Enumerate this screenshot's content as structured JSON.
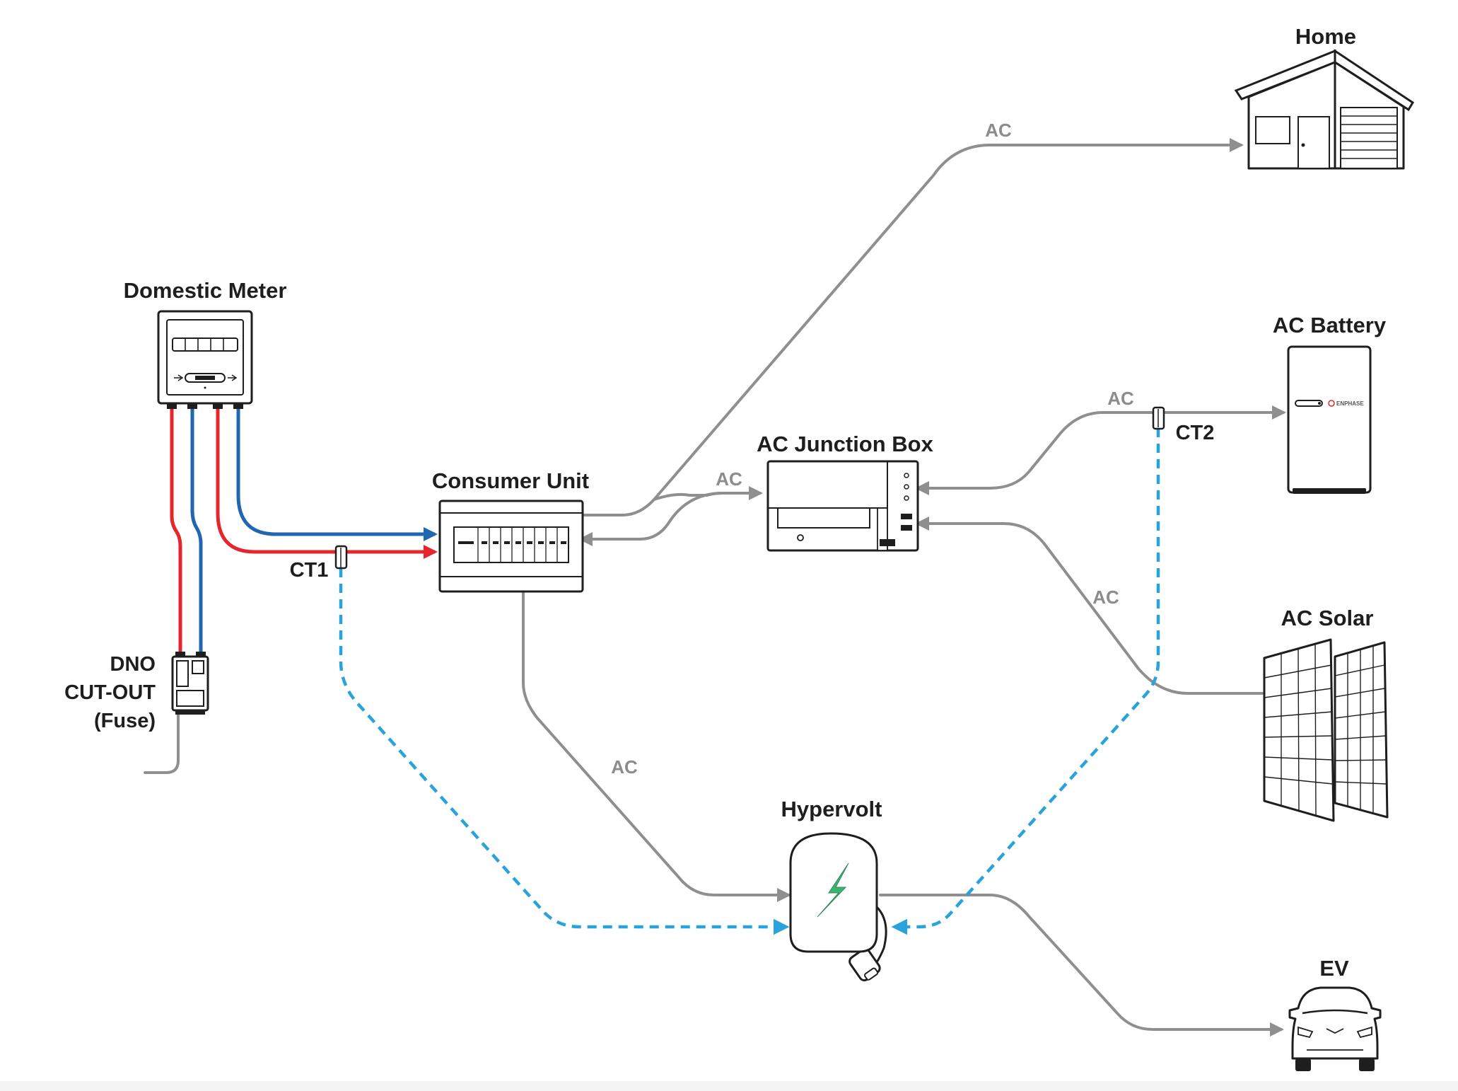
{
  "labels": {
    "home": "Home",
    "domestic_meter": "Domestic Meter",
    "ac_battery": "AC Battery",
    "ac_junction_box": "AC Junction Box",
    "consumer_unit": "Consumer Unit",
    "ct1": "CT1",
    "ct2": "CT2",
    "dno_line1": "DNO",
    "dno_line2": "CUT-OUT",
    "dno_line3": "(Fuse)",
    "ac_solar": "AC Solar",
    "hypervolt": "Hypervolt",
    "ev": "EV"
  },
  "connections": {
    "home": "AC",
    "junction_box": "AC",
    "battery": "AC",
    "solar": "AC",
    "hypervolt": "AC"
  },
  "battery_brand": "ENPHASE",
  "icons": [
    "house-icon",
    "meter-icon",
    "battery-icon",
    "junction-box-icon",
    "consumer-unit-icon",
    "ct-clamp-icon",
    "fuse-icon",
    "solar-panel-icon",
    "charger-icon",
    "lightning-icon",
    "car-icon"
  ],
  "colors": {
    "ac_line": "#8f8f8f",
    "live": "#e6262d",
    "neutral": "#2166b0",
    "ct_signal": "#2aa3dc",
    "accent": "#3cb371"
  }
}
